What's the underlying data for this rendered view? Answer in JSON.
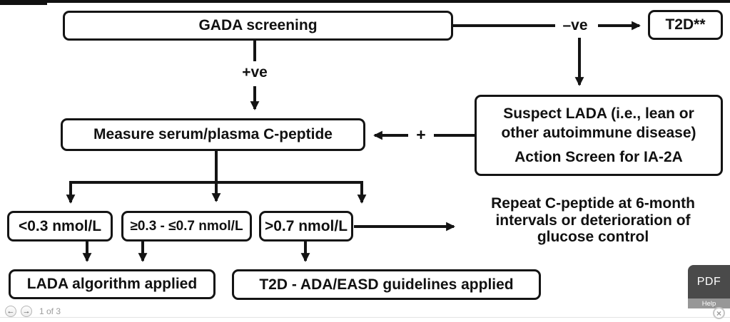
{
  "flowchart": {
    "gada_box": "GADA screening",
    "t2d_box": "T2D**",
    "label_negative": "–ve",
    "label_positive": "+ve",
    "label_plus": "+",
    "measure_box": "Measure serum/plasma C-peptide",
    "suspect_line1": "Suspect LADA (i.e., lean or",
    "suspect_line2": "other autoimmune disease)",
    "suspect_line3": "Action Screen for IA-2A",
    "range_low": "<0.3 nmol/L",
    "range_mid": "≥0.3 - ≤0.7 nmol/L",
    "range_high": ">0.7 nmol/L",
    "lada_algorithm_box": "LADA algorithm applied",
    "t2d_guidelines_box": "T2D - ADA/EASD guidelines applied",
    "repeat_line1": "Repeat C-peptide at 6-month",
    "repeat_line2": "intervals or deterioration of",
    "repeat_line3": "glucose control"
  },
  "pager": {
    "prev_icon": "←",
    "next_icon": "→",
    "page_status": "1 of 3"
  },
  "panel": {
    "pdf_label": "PDF",
    "help_label": "Help",
    "close_icon": "×"
  },
  "colors": {
    "line": "#141414",
    "pdf_button_bg": "#4a4a4a",
    "help_bar_bg": "#979797"
  }
}
